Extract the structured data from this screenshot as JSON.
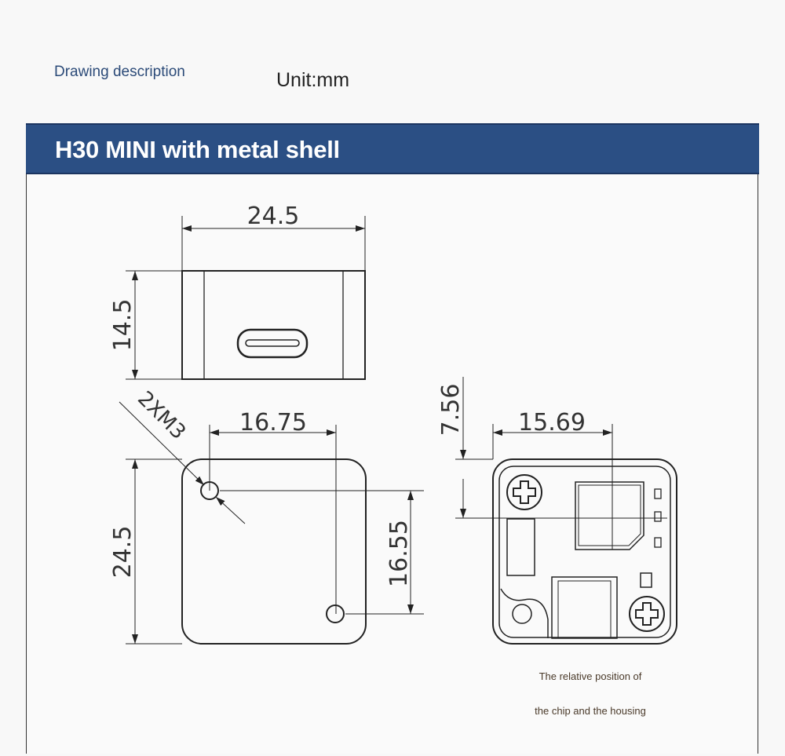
{
  "header": {
    "description": "Drawing description",
    "unit": "Unit:mm"
  },
  "section": {
    "title": "H30 MINI with metal shell"
  },
  "dimensions": {
    "top_width": "24.5",
    "top_height": "14.5",
    "hole_note": "2XM3",
    "hole_spacing_x": "16.75",
    "body_height": "24.5",
    "hole_spacing_y": "16.55",
    "chip_offset_y": "7.56",
    "chip_offset_x": "15.69"
  },
  "caption": {
    "line1": "The relative position of",
    "line2": "the chip and the housing"
  }
}
